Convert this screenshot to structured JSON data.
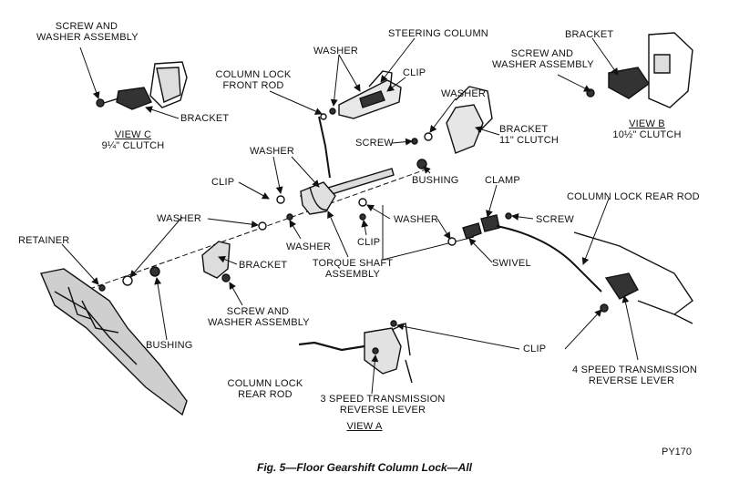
{
  "labels": {
    "screw_washer_c_1": "SCREW AND",
    "screw_washer_c_2": "WASHER ASSEMBLY",
    "bracket_c": "BRACKET",
    "view_c": "VIEW C",
    "view_c_sub": "9¼\" CLUTCH",
    "steering_column": "STEERING COLUMN",
    "washer_top": "WASHER",
    "clip_top": "CLIP",
    "column_lock_front_1": "COLUMN LOCK",
    "column_lock_front_2": "FRONT ROD",
    "washer_upper_mid": "WASHER",
    "bracket_11_1": "BRACKET",
    "bracket_11_2": "11\" CLUTCH",
    "screw_mid": "SCREW",
    "bracket_b": "BRACKET",
    "screw_washer_b_1": "SCREW AND",
    "screw_washer_b_2": "WASHER ASSEMBLY",
    "view_b": "VIEW B",
    "view_b_sub": "10½\" CLUTCH",
    "washer_left_mid": "WASHER",
    "clip_left": "CLIP",
    "bushing_mid": "BUSHING",
    "clamp": "CLAMP",
    "column_lock_rear": "COLUMN LOCK REAR ROD",
    "washer_left": "WASHER",
    "washer_center": "WASHER",
    "washer_right": "WASHER",
    "clip_center": "CLIP",
    "screw_right": "SCREW",
    "retainer": "RETAINER",
    "bracket_lower": "BRACKET",
    "swivel": "SWIVEL",
    "torque_shaft_1": "TORQUE SHAFT",
    "torque_shaft_2": "ASSEMBLY",
    "screw_washer_lower_1": "SCREW AND",
    "screw_washer_lower_2": "WASHER ASSEMBLY",
    "bushing_lower": "BUSHING",
    "clip_bottom": "CLIP",
    "four_speed_1": "4 SPEED TRANSMISSION",
    "four_speed_2": "REVERSE LEVER",
    "col_lock_rear_a_1": "COLUMN LOCK",
    "col_lock_rear_a_2": "REAR ROD",
    "three_speed_1": "3 SPEED TRANSMISSION",
    "three_speed_2": "REVERSE LEVER",
    "view_a": "VIEW A"
  },
  "figure_code": "PY170",
  "caption": "Fig. 5—Floor Gearshift Column Lock—All"
}
